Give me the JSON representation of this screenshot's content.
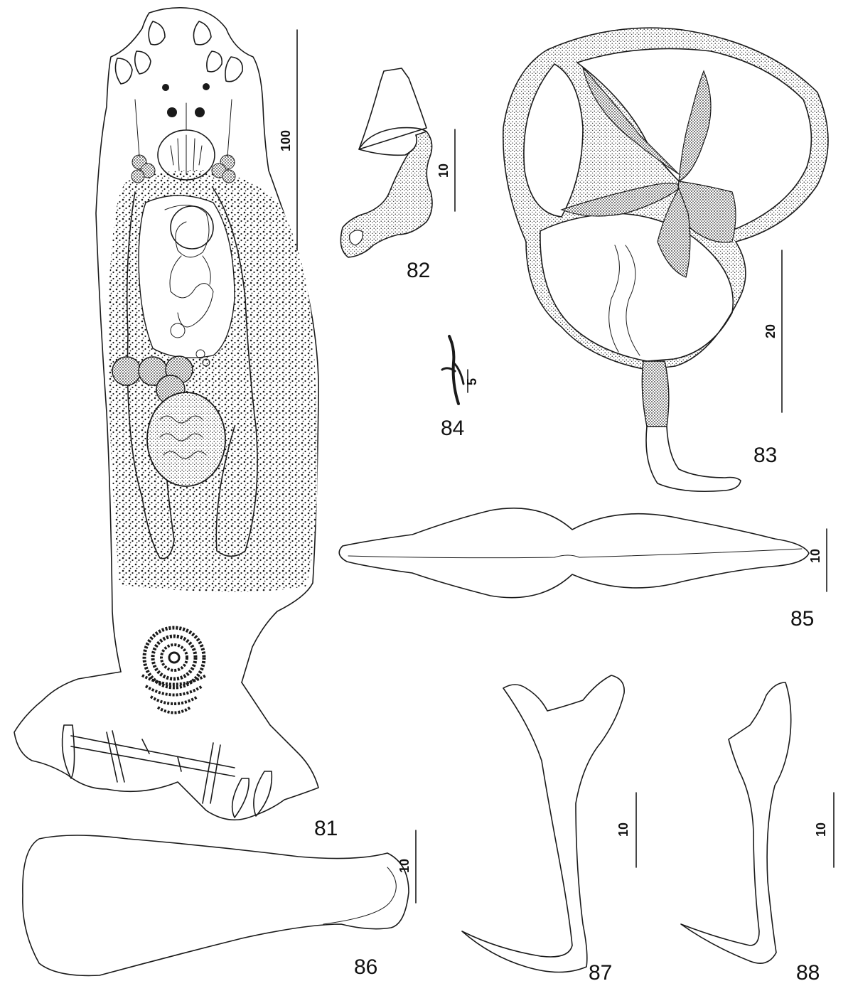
{
  "figures": [
    {
      "id": "fig-81",
      "label": "81",
      "scale": "100"
    },
    {
      "id": "fig-82",
      "label": "82",
      "scale": "10"
    },
    {
      "id": "fig-83",
      "label": "83",
      "scale": "20"
    },
    {
      "id": "fig-84",
      "label": "84",
      "scale": "5"
    },
    {
      "id": "fig-85",
      "label": "85",
      "scale": "10"
    },
    {
      "id": "fig-86",
      "label": "86",
      "scale": "10"
    },
    {
      "id": "fig-87",
      "label": "87",
      "scale": "10"
    },
    {
      "id": "fig-88",
      "label": "88",
      "scale": "10"
    }
  ],
  "colors": {
    "ink": "#1a1a1a",
    "paper": "#ffffff"
  }
}
